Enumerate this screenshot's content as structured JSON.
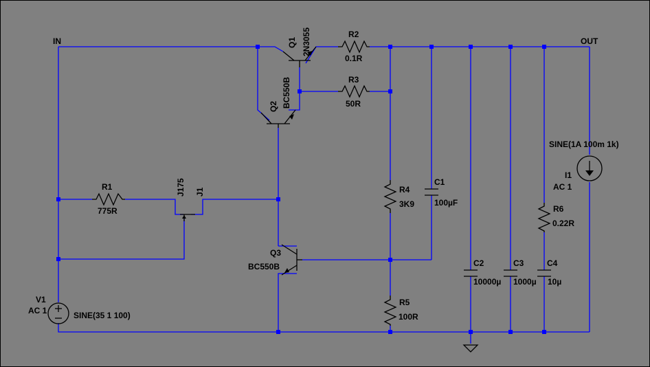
{
  "nets": {
    "in": "IN",
    "out": "OUT"
  },
  "components": {
    "Q1": {
      "name": "Q1",
      "value": "2N3055"
    },
    "Q2": {
      "name": "Q2",
      "value": "BC550B"
    },
    "Q3": {
      "name": "Q3",
      "value": "BC550B"
    },
    "J1": {
      "name": "J1",
      "value": "J175"
    },
    "R1": {
      "name": "R1",
      "value": "775R"
    },
    "R2": {
      "name": "R2",
      "value": "0.1R"
    },
    "R3": {
      "name": "R3",
      "value": "50R"
    },
    "R4": {
      "name": "R4",
      "value": "3K9"
    },
    "R5": {
      "name": "R5",
      "value": "100R"
    },
    "R6": {
      "name": "R6",
      "value": "0.22R"
    },
    "C1": {
      "name": "C1",
      "value": "100µF"
    },
    "C2": {
      "name": "C2",
      "value": "10000µ"
    },
    "C3": {
      "name": "C3",
      "value": "1000µ"
    },
    "C4": {
      "name": "C4",
      "value": "10µ"
    },
    "V1": {
      "name": "V1",
      "ac": "AC 1",
      "value": "SINE(35 1 100)"
    },
    "I1": {
      "name": "I1",
      "ac": "AC 1",
      "value": "SINE(1A 100m 1k)"
    }
  },
  "colors": {
    "background": "#808080",
    "wire": "#0000ff",
    "component": "#000000",
    "border": "#000000"
  }
}
